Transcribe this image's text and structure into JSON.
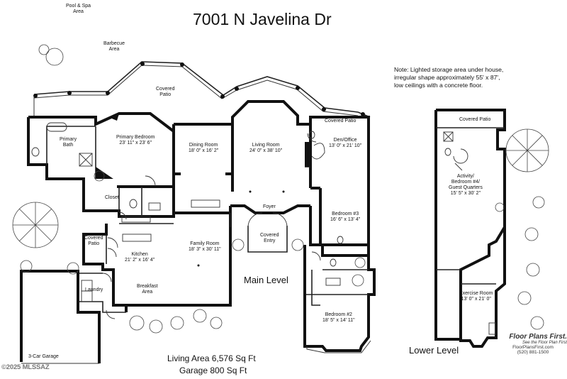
{
  "title": "7001 N Javelina Dr",
  "note": {
    "line1": "Note:  Lighted storage area under house,",
    "line2": "irregular shape approximately 55' x 87',",
    "line3": "low ceilings with a concrete floor."
  },
  "levels": {
    "main": "Main Level",
    "lower": "Lower Level"
  },
  "areas": {
    "living": "Living Area 6,576 Sq Ft",
    "garage": "Garage 800 Sq Ft"
  },
  "rooms": {
    "pool_spa": {
      "line1": "Pool & Spa",
      "line2": "Area"
    },
    "barbecue": {
      "line1": "Barbecue",
      "line2": "Area"
    },
    "covered_patio_top": {
      "line1": "Covered",
      "line2": "Patio"
    },
    "covered_patio_right": {
      "name": "Covered Patio"
    },
    "primary_bath": {
      "line1": "Primary",
      "line2": "Bath"
    },
    "primary_bedroom": {
      "name": "Primary Bedroom",
      "dim": "23' 11\" x 23' 6\""
    },
    "dining_room": {
      "name": "Dining Room",
      "dim": "18' 0\" x 16' 2\""
    },
    "living_room": {
      "name": "Living Room",
      "dim": "24' 0\" x 38' 10\""
    },
    "den_office": {
      "name": "Den/Office",
      "dim": "13' 0\" x 21' 10\""
    },
    "closet": {
      "name": "Closet"
    },
    "foyer": {
      "name": "Foyer"
    },
    "covered_entry": {
      "line1": "Covered",
      "line2": "Entry"
    },
    "bedroom3": {
      "name": "Bedroom #3",
      "dim": "16' 6\" x 13' 4\""
    },
    "covered_patio_left": {
      "line1": "Covered",
      "line2": "Patio"
    },
    "kitchen": {
      "name": "Kitchen",
      "dim": "21' 2\" x 16' 4\""
    },
    "family_room": {
      "name": "Family Room",
      "dim": "18' 3\" x 30' 11\""
    },
    "laundry": {
      "name": "Laundry"
    },
    "breakfast": {
      "line1": "Breakfast",
      "line2": "Area"
    },
    "bedroom2": {
      "name": "Bedroom #2",
      "dim": "18' 5\" x 14' 11\""
    },
    "garage3": {
      "name": "3-Car Garage"
    },
    "lower_covered_patio": {
      "name": "Covered Patio"
    },
    "activity": {
      "line1": "Activity/",
      "line2": "Bedroom #4/",
      "line3": "Guest Quarters",
      "dim": "15' 5\" x 30' 2\""
    },
    "exercise": {
      "name": "Exercise Room",
      "dim": "13' 0\" x 21' 0\""
    }
  },
  "copyright": "©2025 MLSSAZ",
  "logo": {
    "brand": "Floor Plans First.",
    "tagline": "See the Floor Plan First",
    "url": "FloorPlansFirst.com",
    "phone": "(520) 881-1500"
  }
}
